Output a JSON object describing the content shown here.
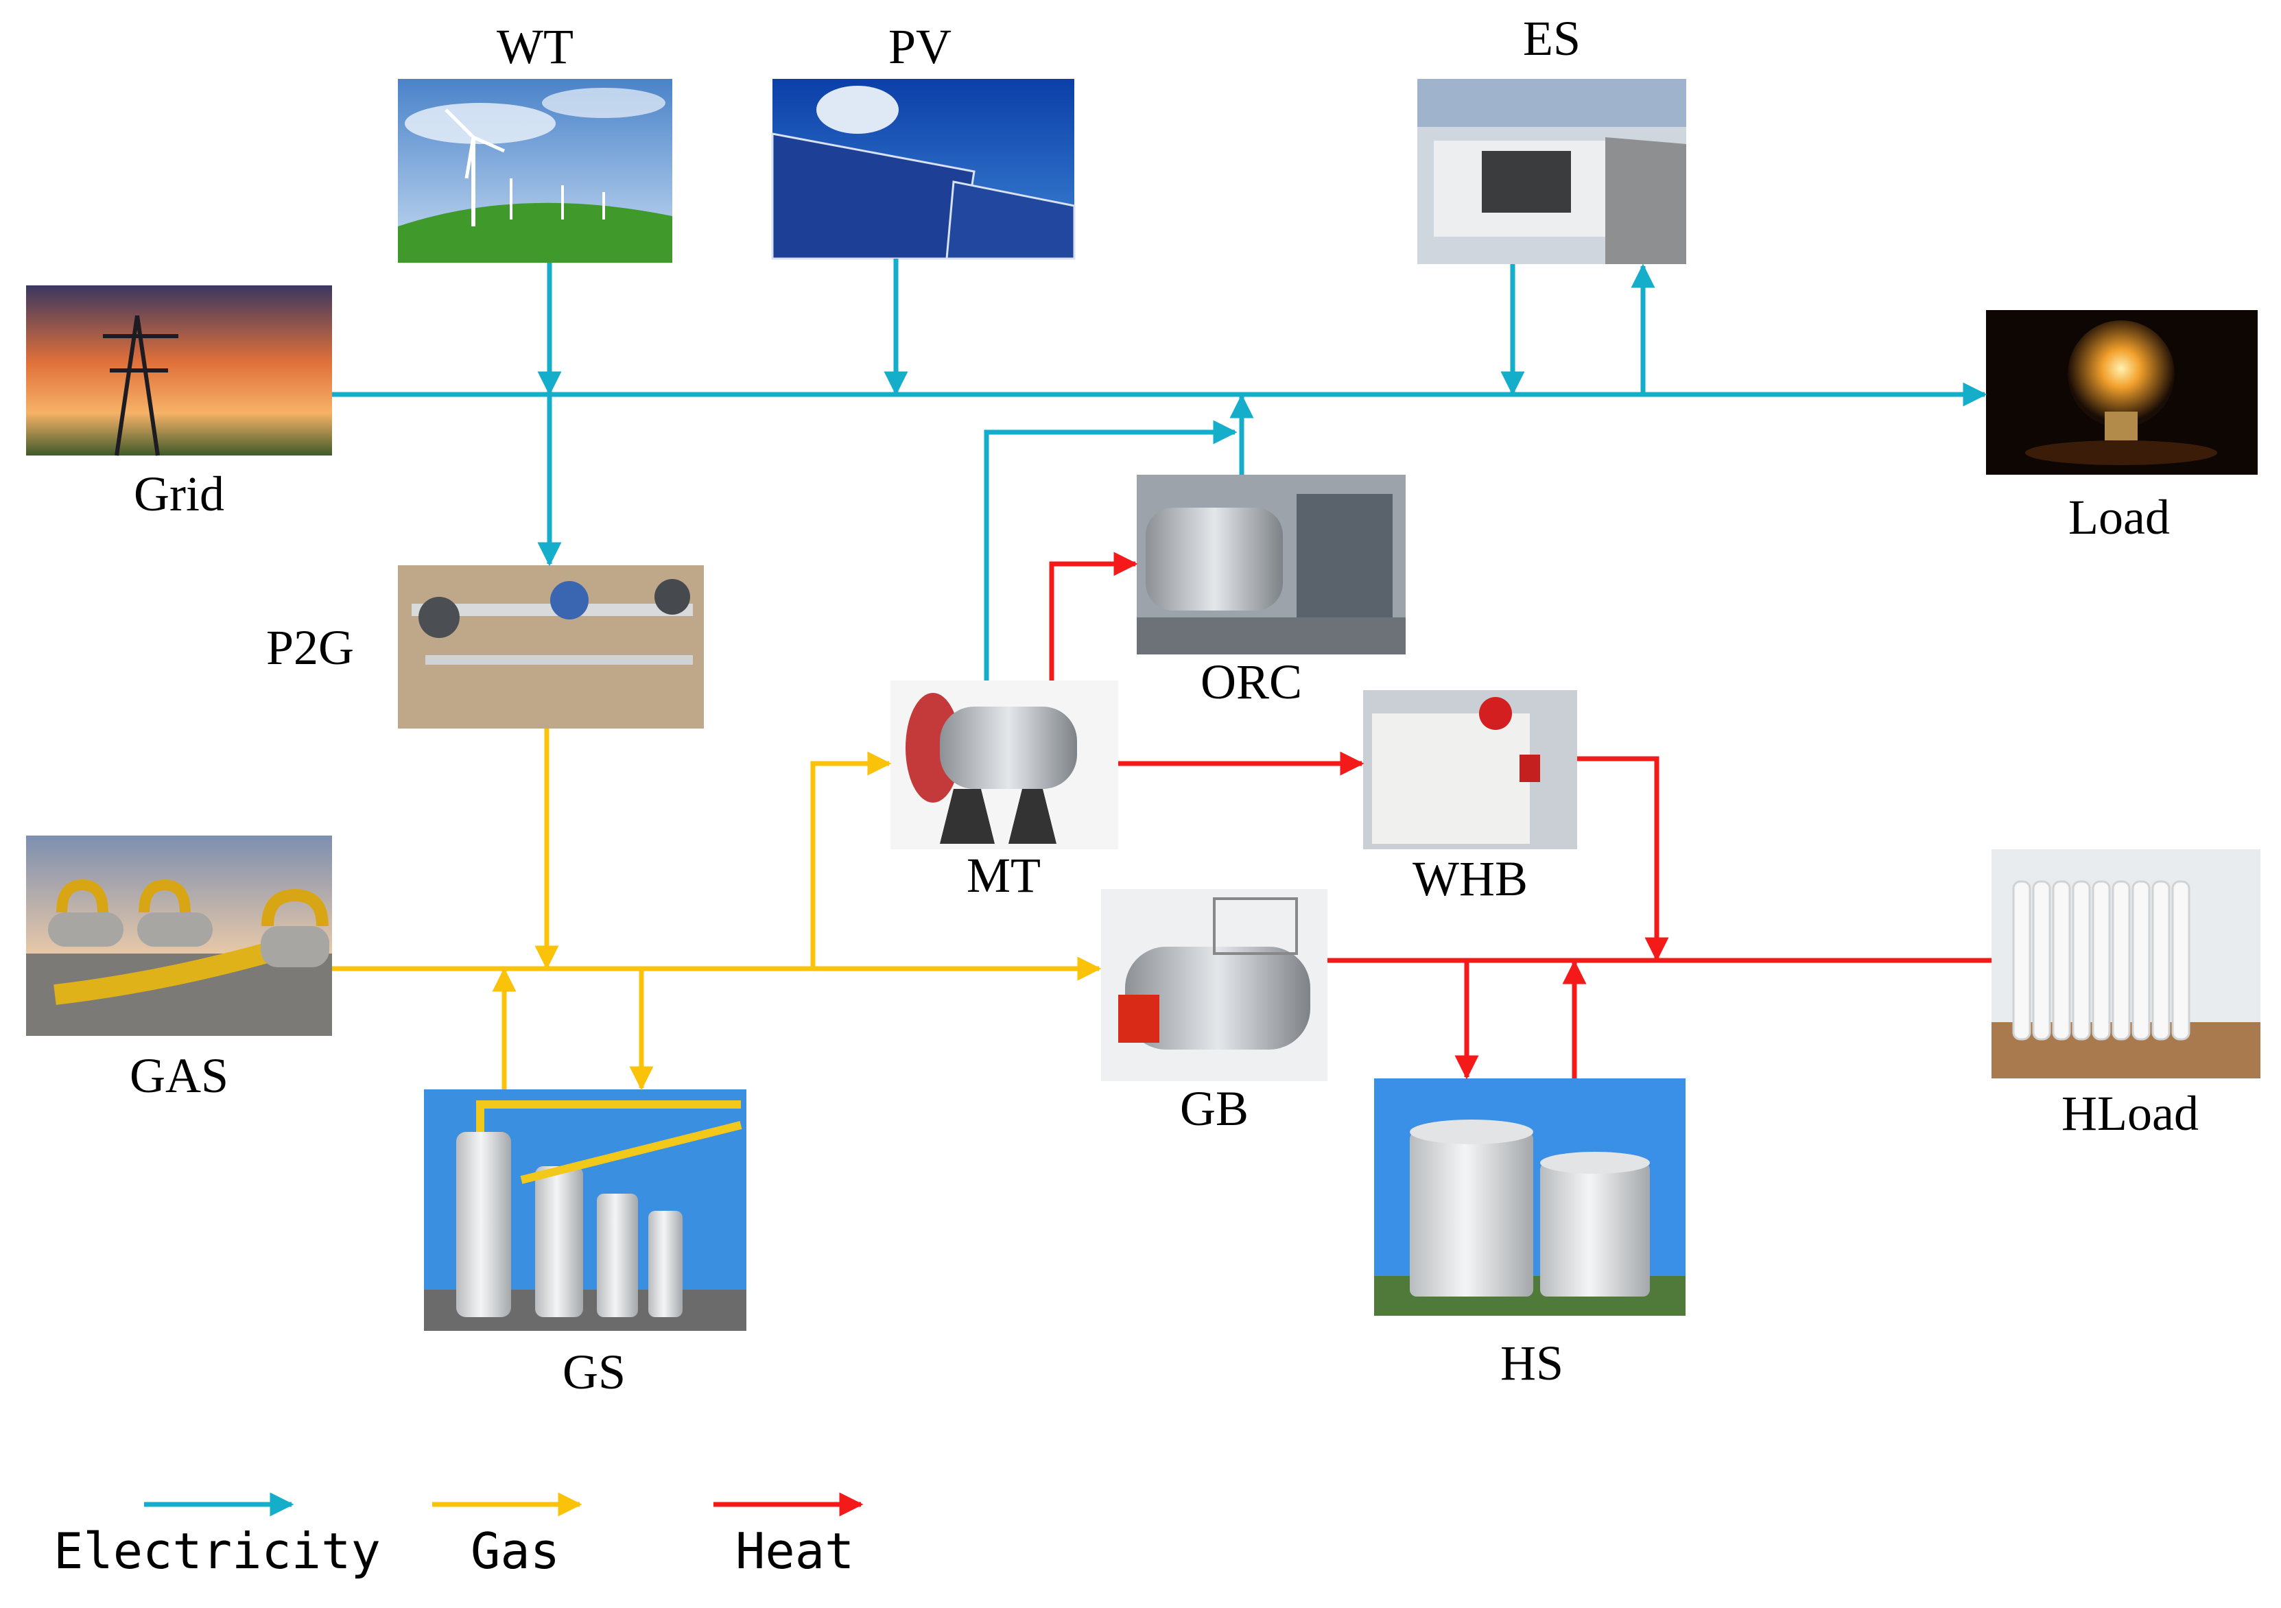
{
  "components": {
    "wt": {
      "label": "WT"
    },
    "pv": {
      "label": "PV"
    },
    "es": {
      "label": "ES"
    },
    "grid": {
      "label": "Grid"
    },
    "load": {
      "label": "Load"
    },
    "p2g": {
      "label": "P2G"
    },
    "orc": {
      "label": "ORC"
    },
    "mt": {
      "label": "MT"
    },
    "whb": {
      "label": "WHB"
    },
    "gas": {
      "label": "GAS"
    },
    "gb": {
      "label": "GB"
    },
    "hload": {
      "label": "HLoad"
    },
    "gs": {
      "label": "GS"
    },
    "hs": {
      "label": "HS"
    }
  },
  "legend": {
    "electricity": "Electricity",
    "gas": "Gas",
    "heat": "Heat"
  },
  "colors": {
    "electricity": "#14AECB",
    "gas": "#FBC20A",
    "heat": "#F41A1A"
  },
  "flows": [
    {
      "from": "WT",
      "to": "Electricity bus",
      "carrier": "electricity"
    },
    {
      "from": "PV",
      "to": "Electricity bus",
      "carrier": "electricity"
    },
    {
      "from": "ES",
      "to": "Electricity bus",
      "carrier": "electricity"
    },
    {
      "from": "Electricity bus",
      "to": "ES",
      "carrier": "electricity"
    },
    {
      "from": "Grid",
      "to": "Load",
      "carrier": "electricity"
    },
    {
      "from": "Electricity bus",
      "to": "P2G",
      "carrier": "electricity"
    },
    {
      "from": "MT",
      "to": "Electricity bus",
      "carrier": "electricity"
    },
    {
      "from": "ORC",
      "to": "Electricity bus",
      "carrier": "electricity"
    },
    {
      "from": "P2G",
      "to": "Gas bus",
      "carrier": "gas"
    },
    {
      "from": "GAS",
      "to": "GB",
      "carrier": "gas"
    },
    {
      "from": "GS",
      "to": "Gas bus",
      "carrier": "gas"
    },
    {
      "from": "Gas bus",
      "to": "GS",
      "carrier": "gas"
    },
    {
      "from": "Gas bus",
      "to": "MT",
      "carrier": "gas"
    },
    {
      "from": "MT",
      "to": "ORC",
      "carrier": "heat"
    },
    {
      "from": "MT",
      "to": "WHB",
      "carrier": "heat"
    },
    {
      "from": "WHB",
      "to": "Heat bus",
      "carrier": "heat"
    },
    {
      "from": "GB",
      "to": "HLoad",
      "carrier": "heat"
    },
    {
      "from": "Heat bus",
      "to": "HS",
      "carrier": "heat"
    },
    {
      "from": "HS",
      "to": "Heat bus",
      "carrier": "heat"
    }
  ]
}
